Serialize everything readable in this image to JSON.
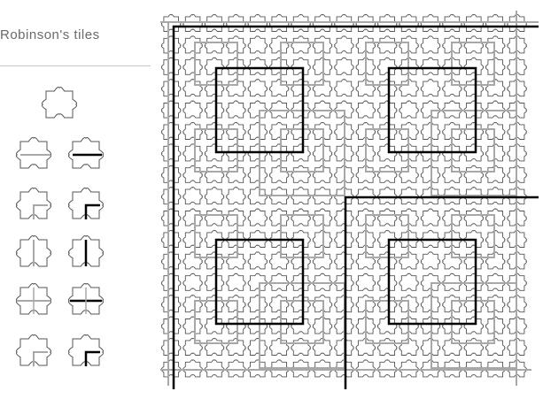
{
  "figure": {
    "caption_fragment": "Robinson's tiles",
    "colors": {
      "tile_outline": "#555555",
      "thick_line": "#000000",
      "gray_line": "#a8a8a8",
      "caption": "#6a6a6a",
      "background": "#ffffff"
    }
  },
  "legend": {
    "tiles": [
      {
        "name": "cross",
        "variant": "plain"
      },
      {
        "name": "arm",
        "variant": "gray"
      },
      {
        "name": "arm",
        "variant": "black"
      },
      {
        "name": "corner",
        "variant": "gray"
      },
      {
        "name": "corner",
        "variant": "black"
      },
      {
        "name": "arm-vertical",
        "variant": "gray"
      },
      {
        "name": "arm-vertical",
        "variant": "black"
      },
      {
        "name": "cross-bar",
        "variant": "gray"
      },
      {
        "name": "cross-bar",
        "variant": "black"
      },
      {
        "name": "big-corner",
        "variant": "gray"
      },
      {
        "name": "big-corner",
        "variant": "black"
      }
    ]
  },
  "tiling": {
    "gray_squares": [
      {
        "level": 1,
        "count": 16
      },
      {
        "level": 2,
        "count": 4
      }
    ],
    "black_squares": [
      {
        "level": 1,
        "count": 4
      },
      {
        "level": 2,
        "count": 1
      }
    ]
  }
}
